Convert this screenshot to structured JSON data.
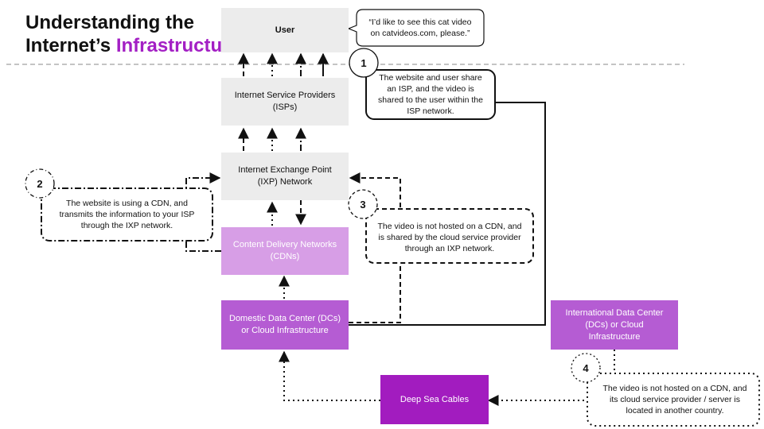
{
  "title": {
    "line1": "Understanding the",
    "line2_prefix": "Internet’s ",
    "line2_accent": "Infrastructure"
  },
  "nodes": {
    "user": "User",
    "isp": "Internet Service Providers (ISPs)",
    "ixp": "Internet Exchange Point (IXP) Network",
    "cdn": "Content Delivery Networks (CDNs)",
    "domestic_dc": "Domestic Data Center (DCs) or Cloud Infrastructure",
    "intl_dc": "International Data Center (DCs) or Cloud Infrastructure",
    "sea_cables": "Deep Sea Cables"
  },
  "speech": "“I’d like to see this cat video on catvideos.com, please.”",
  "callouts": [
    {
      "number": "1",
      "text": "The website and user share an ISP, and the video is shared to the user within the ISP network."
    },
    {
      "number": "2",
      "text": "The website is using a CDN, and transmits the information to your ISP through the IXP network."
    },
    {
      "number": "3",
      "text": "The video is not hosted on a CDN, and is shared by the cloud service provider through an IXP network."
    },
    {
      "number": "4",
      "text": "The video is not hosted on a CDN, and its cloud service provider / server is located in another country."
    }
  ],
  "colors": {
    "accent": "#a31fc4",
    "grey_box": "#ececec",
    "cdn_box": "#d79ee6",
    "dc_box": "#b55cd3",
    "sea_box": "#a21cbf"
  }
}
